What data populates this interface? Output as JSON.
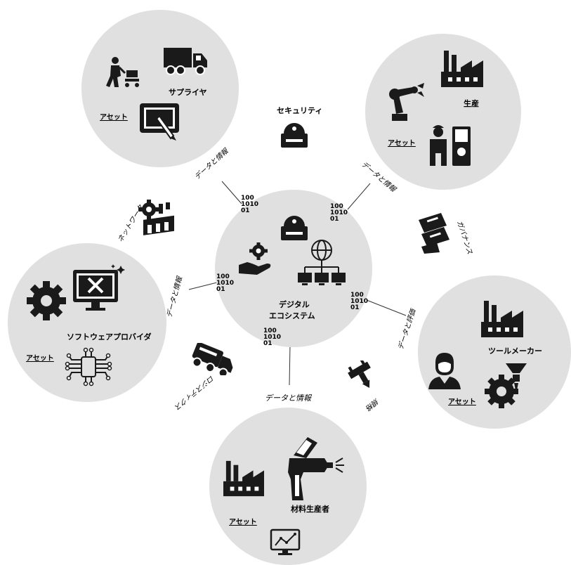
{
  "center": {
    "line1": "デジタル",
    "line2": "エコシステム"
  },
  "nodes": {
    "supplier": {
      "title": "サプライヤ",
      "asset": "アセット"
    },
    "production": {
      "title": "生産",
      "asset": "アセット"
    },
    "software": {
      "title": "ソフトウェアプロバイダ",
      "asset": "アセット"
    },
    "toolmaker": {
      "title": "ツールメーカー",
      "asset": "アセット"
    },
    "material": {
      "title": "材料生産者",
      "asset": "アセット"
    }
  },
  "factors": {
    "security": "セキュリティ",
    "network": "ネットワーク",
    "governance": "ガバナンス",
    "logistics": "ロジスティクス",
    "standard": "規格"
  },
  "links": {
    "data_info": "データと情報",
    "data_info_left": "データと情報",
    "data_info_right": "データと情報",
    "data_info_bottom": "データと情報",
    "data_eval": "データと評価"
  },
  "binary": {
    "line1": "100",
    "line2": "1010",
    "line3": "01"
  },
  "colors": {
    "circle": "#e0e0e0",
    "icon": "#1a1a1a"
  }
}
